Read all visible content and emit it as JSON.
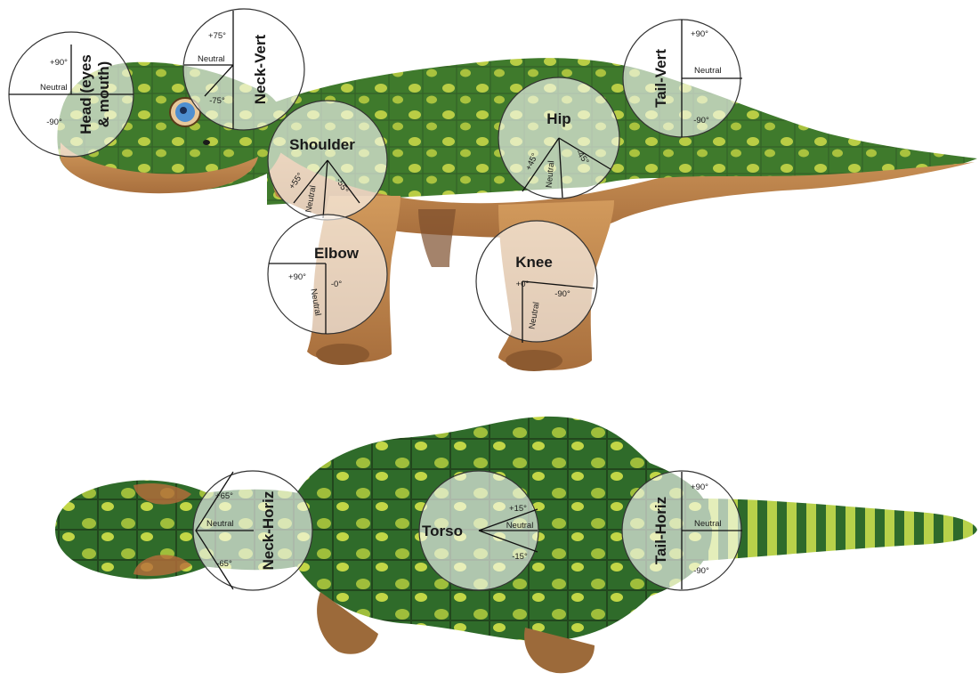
{
  "colors": {
    "skin_green": "#3f7a2c",
    "skin_dark": "#2c4f22",
    "spot_yellow": "#c9d84a",
    "belly_tan": "#c48a50",
    "dial_fill": "rgba(255,255,255,0.62)"
  },
  "views": {
    "side": {
      "dials": {
        "head": {
          "title": "Head (eyes & mouth)",
          "title_line1": "Head (eyes",
          "title_line2": "& mouth)",
          "plus": "+90°",
          "neutral": "Neutral",
          "minus": "-90°"
        },
        "neck_vert": {
          "title": "Neck-Vert",
          "plus": "+75°",
          "neutral": "Neutral",
          "minus": "-75°"
        },
        "shoulder": {
          "title": "Shoulder",
          "plus": "+55°",
          "neutral": "Neutral",
          "minus": "-55°"
        },
        "elbow": {
          "title": "Elbow",
          "plus": "+90°",
          "zero": "-0°",
          "neutral": "Neutral"
        },
        "hip": {
          "title": "Hip",
          "plus": "+45°",
          "neutral": "Neutral",
          "minus": "-45°"
        },
        "knee": {
          "title": "Knee",
          "plus": "+0°",
          "minus": "-90°",
          "neutral": "Neutral"
        },
        "tail_vert": {
          "title": "Tail-Vert",
          "plus": "+90°",
          "neutral": "Neutral",
          "minus": "-90°"
        }
      }
    },
    "top": {
      "dials": {
        "neck_horiz": {
          "title": "Neck-Horiz",
          "plus": "+65°",
          "neutral": "Neutral",
          "minus": "-65°"
        },
        "torso": {
          "title": "Torso",
          "plus": "+15°",
          "neutral": "Neutral",
          "minus": "-15°"
        },
        "tail_horiz": {
          "title": "Tail-Horiz",
          "plus": "+90°",
          "neutral": "Neutral",
          "minus": "-90°"
        }
      }
    }
  }
}
